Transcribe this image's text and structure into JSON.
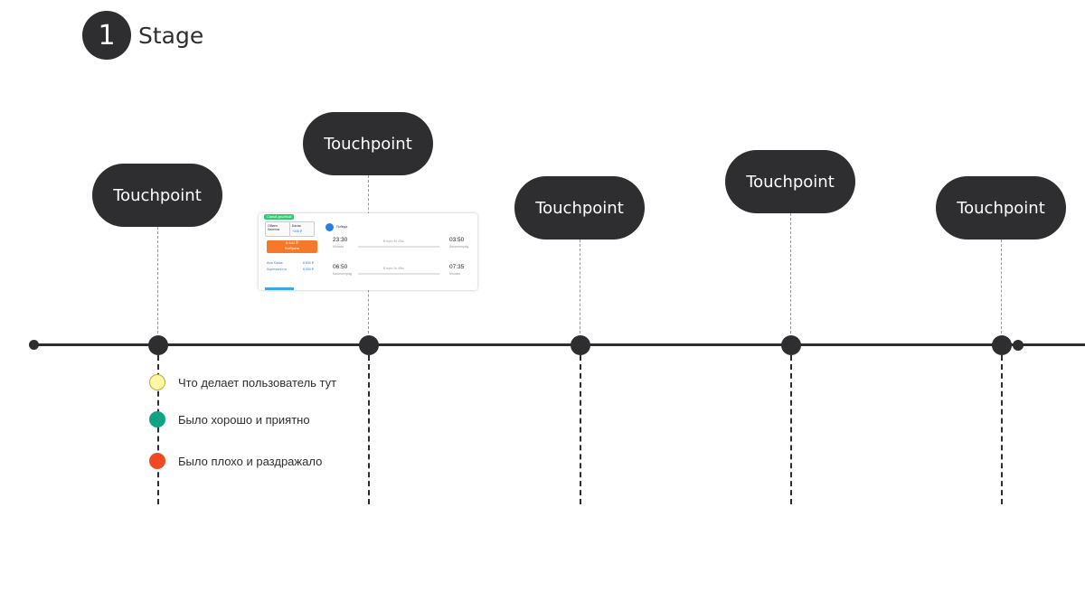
{
  "stage": {
    "number": "1",
    "title": "Stage"
  },
  "touchpoints": [
    {
      "label": "Touchpoint"
    },
    {
      "label": "Touchpoint"
    },
    {
      "label": "Touchpoint"
    },
    {
      "label": "Touchpoint"
    },
    {
      "label": "Touchpoint"
    }
  ],
  "legend": [
    {
      "label": "Что делает пользователь тут",
      "color": "#fcf7a4",
      "border": "#b9ae3a"
    },
    {
      "label": "Было хорошо и приятно",
      "color": "#0fa481",
      "border": "#0fa481"
    },
    {
      "label": "Было плохо и раздражало",
      "color": "#f04a24",
      "border": "#f04a24"
    }
  ],
  "screenshot": {
    "badge": "Самый дешёвый",
    "from_field": "Обмен билетов",
    "to_field": "Багаж",
    "to_sub": "+345 ₽",
    "price_line1": "6 642 ₽",
    "price_line2": "Выбрать",
    "provider1": "Avia Kassa",
    "provider1_price": "6 800 ₽",
    "provider2": "Supersaver.ru",
    "provider2_price": "6 900 ₽",
    "airline": "Победа",
    "flight1_dep": "23:30",
    "flight1_arr": "03:50",
    "flight1_dur": "В пути 4ч 20м",
    "flight1_from": "Москва",
    "flight1_to": "Калининград",
    "flight2_dep": "06:50",
    "flight2_arr": "07:35",
    "flight2_dur": "В пути 2ч 45м",
    "flight2_from": "Калининград",
    "flight2_to": "Москва"
  }
}
